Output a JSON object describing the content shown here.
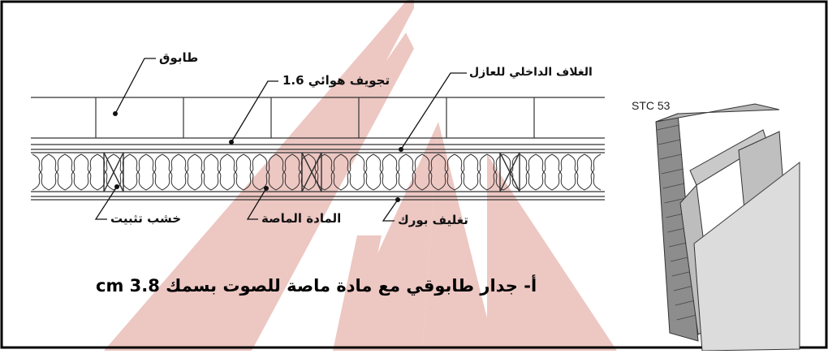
{
  "labels": {
    "brick": "طابوق",
    "air_cavity": "تجويف هوائي 1.6",
    "insulation_inner_cover": "الغلاف الداخلي للعازل",
    "fixing_wood": "خشب تثبيت",
    "absorbent_material": "المادة الماصة",
    "gypsum_board_cover": "تغليف بورك"
  },
  "caption": "أ- جدار طابوقي مع مادة ماصة للصوت بسمك 3.8 cm",
  "stc_label": "STC 53",
  "colors": {
    "watermark": "#c8463a",
    "line": "#333333",
    "brick_face": "#9a9a9a",
    "board_face": "#d8d8d8"
  }
}
